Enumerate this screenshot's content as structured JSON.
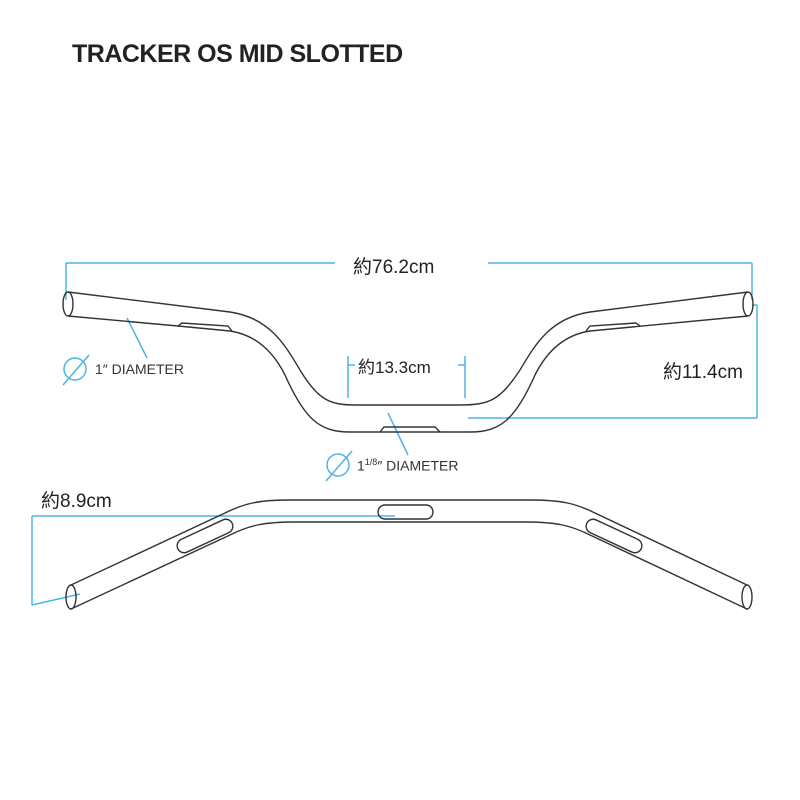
{
  "title": "TRACKER OS MID SLOTTED",
  "dimensions": {
    "width": "約76.2cm",
    "center_width": "約13.3cm",
    "rise": "約11.4cm",
    "pullback": "約8.9cm"
  },
  "diameters": {
    "end": "1″ DIAMETER",
    "center_whole": "1",
    "center_frac": "1/8",
    "center_rest": "″ DIAMETER"
  },
  "colors": {
    "dimension_line": "#4fb3e6",
    "outline": "#333333"
  }
}
